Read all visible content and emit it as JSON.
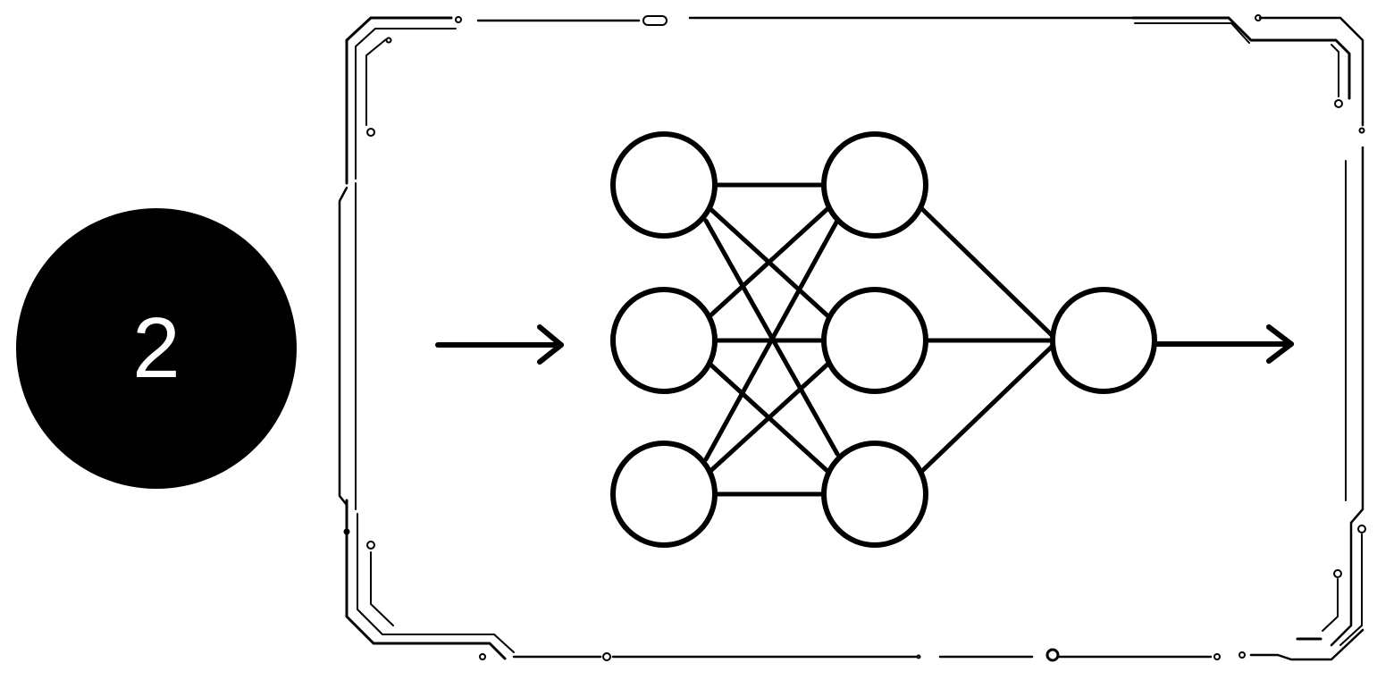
{
  "step": {
    "number": "2"
  },
  "colors": {
    "ink": "#000000",
    "badge_text": "#ffffff",
    "background": "#ffffff"
  },
  "diagram": {
    "kind": "neural-network",
    "layers": [
      3,
      3,
      1
    ],
    "connections": "fully-connected",
    "input_arrow": true,
    "output_arrow": true,
    "frame_style": "circuit-board"
  }
}
